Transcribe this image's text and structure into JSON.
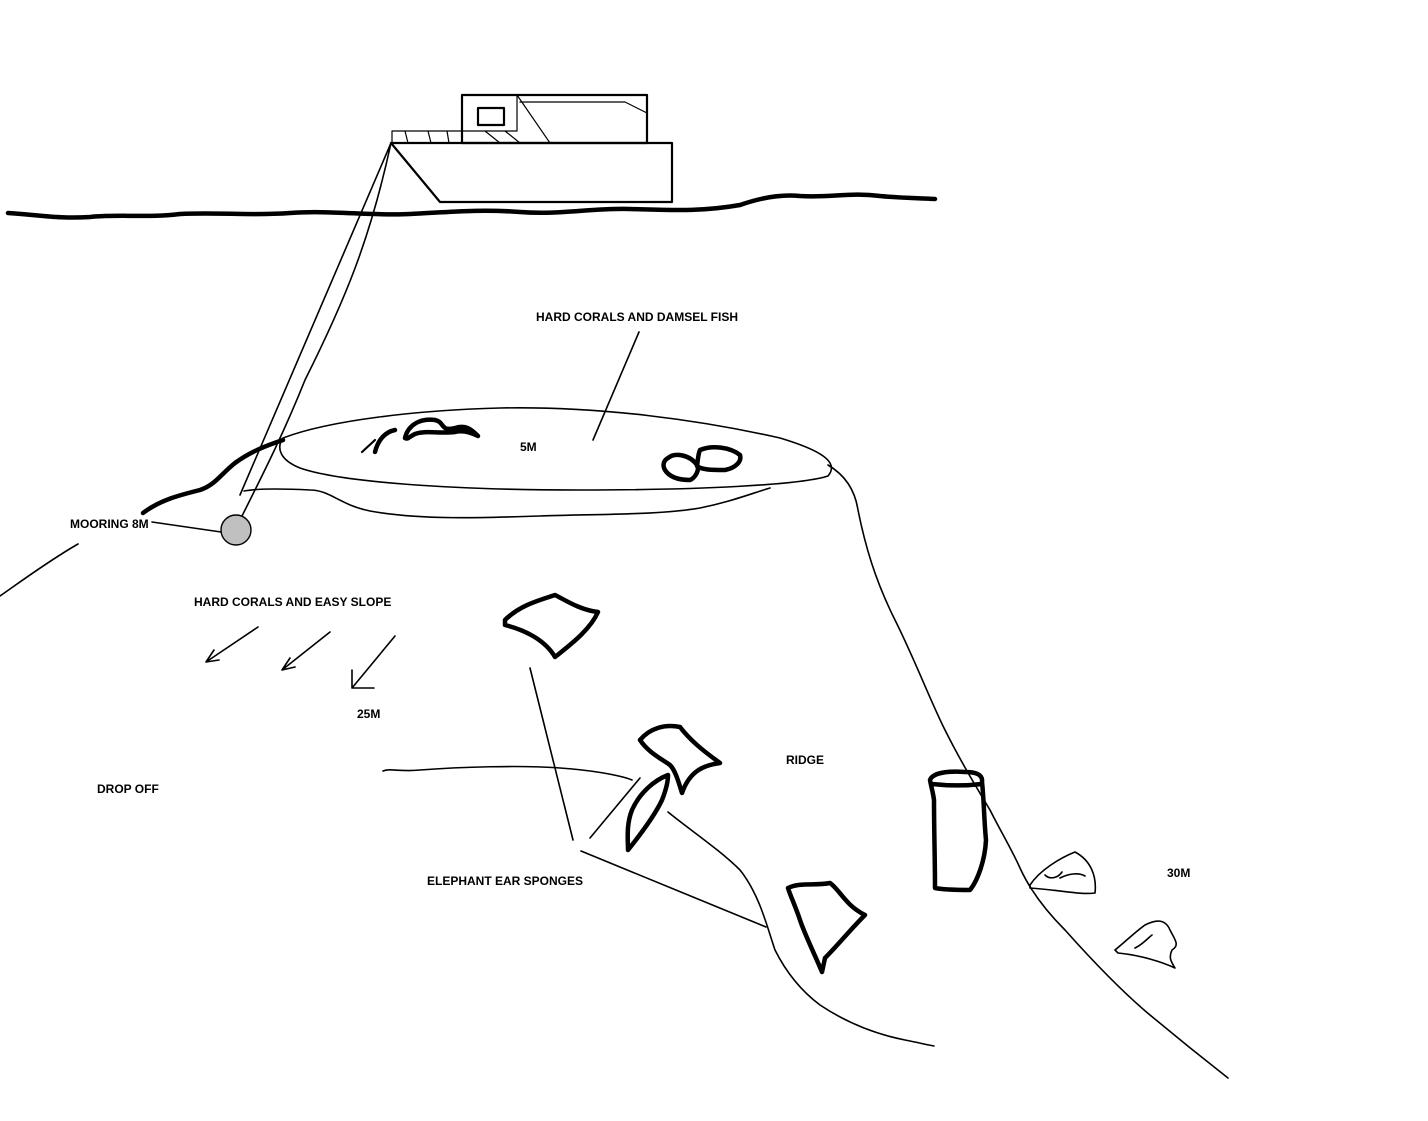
{
  "labels": {
    "hard_corals_damsel": "HARD CORALS AND DAMSEL FISH",
    "five_m": "5M",
    "mooring": "MOORING 8M",
    "hard_corals_slope": "HARD CORALS AND EASY SLOPE",
    "twenty_five_m": "25M",
    "ridge": "RIDGE",
    "drop_off": "DROP OFF",
    "elephant_ear": "ELEPHANT EAR SPONGES",
    "thirty_m": "30M"
  },
  "colors": {
    "background": "#ffffff",
    "ink": "#000000",
    "mooring_buoy": "#c0c0c0"
  }
}
